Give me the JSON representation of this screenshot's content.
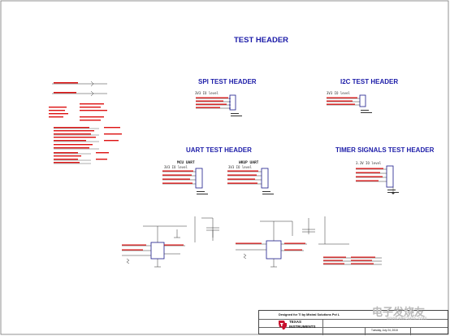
{
  "sheet": {
    "title": "TEST HEADER",
    "sections": {
      "spi": "SPI TEST HEADER",
      "i2c": "I2C TEST HEADER",
      "uart": "UART  TEST HEADER",
      "timer": "TIMER SIGNALS  TEST HEADER"
    },
    "sub_labels": {
      "mcu_uart": "MCU UART",
      "wkup_uart": "WKUP UART"
    },
    "levels": {
      "spi": "3V3  IO level",
      "i2c": "3V3  IO level",
      "mcu_uart": "3V3  IO level",
      "wkup_uart": "3V3  IO level",
      "timer": "3.3V  IO level"
    }
  },
  "title_block": {
    "designed_for": "Designed for TI by Mistral Solutions Pvt L",
    "company_line1": "TEXAS",
    "company_line2": "INSTRUMENTS",
    "date": "Tuesday, July 24, 2018"
  },
  "watermark": {
    "text": "电子发烧友",
    "site": "www.elecfans.com"
  },
  "colors": {
    "heading": "#1c1ca8",
    "net_label": "#d11111",
    "ti_red": "#c8102e",
    "wire": "#1a1a1a"
  }
}
